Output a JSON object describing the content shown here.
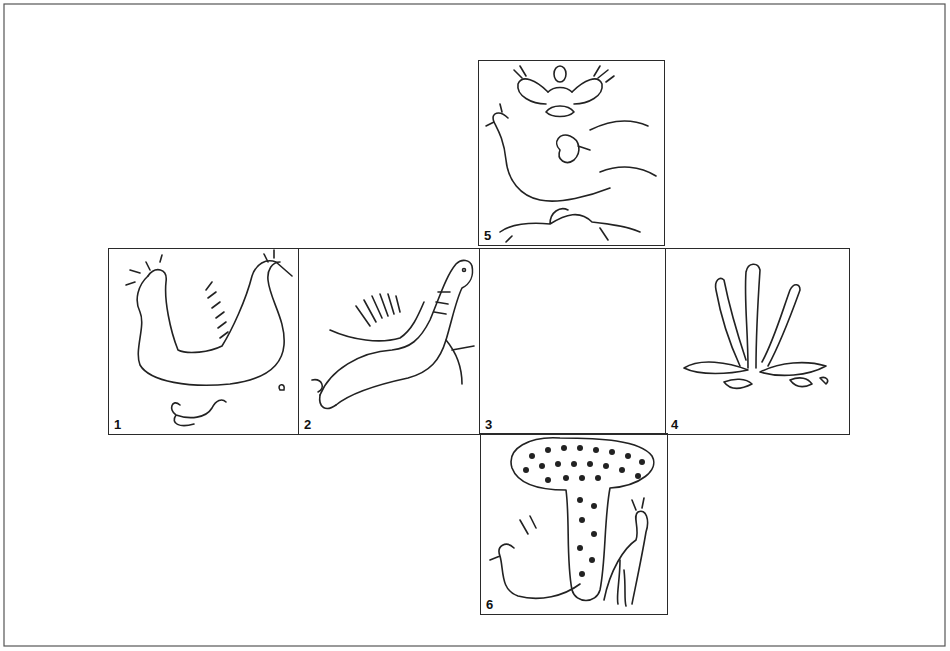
{
  "diagram": {
    "nodes": [
      {
        "text": [
          "5"
        ]
      },
      {
        "text": [
          "1"
        ]
      },
      {
        "text": [
          "2"
        ]
      },
      {
        "text": [
          "3"
        ]
      },
      {
        "text": [
          "4"
        ]
      },
      {
        "text": [
          "6"
        ]
      }
    ]
  }
}
